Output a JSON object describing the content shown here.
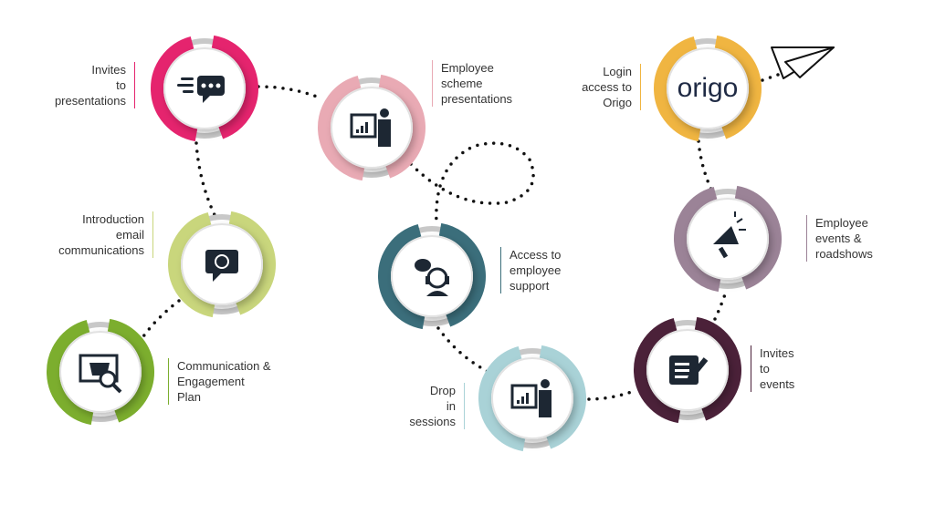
{
  "nodes": [
    {
      "id": "invites-presentations",
      "lines": [
        "Invites",
        "to",
        "presentations"
      ],
      "color": "#e5246e",
      "icon": "chat-icon"
    },
    {
      "id": "employee-scheme-presentations",
      "lines": [
        "Employee",
        "scheme",
        "presentations"
      ],
      "color": "#e9aab4",
      "icon": "presenter-icon"
    },
    {
      "id": "introduction-email",
      "lines": [
        "Introduction",
        "email",
        "communications"
      ],
      "color": "#c9d67c",
      "icon": "message-icon"
    },
    {
      "id": "communication-engagement-plan",
      "lines": [
        "Communication &",
        "Engagement",
        "Plan"
      ],
      "color": "#7cae2e",
      "icon": "basket-search-icon"
    },
    {
      "id": "employee-support",
      "lines": [
        "Access to",
        "employee",
        "support"
      ],
      "color": "#3b6e7b",
      "icon": "support-headset-icon"
    },
    {
      "id": "drop-in-sessions",
      "lines": [
        "Drop",
        "in",
        "sessions"
      ],
      "color": "#a9d2d7",
      "icon": "presenter-board-icon"
    },
    {
      "id": "invites-events",
      "lines": [
        "Invites",
        "to",
        "events"
      ],
      "color": "#4b2139",
      "icon": "document-pen-icon"
    },
    {
      "id": "employee-events-roadshows",
      "lines": [
        "Employee",
        "events &",
        "roadshows"
      ],
      "color": "#9b8397",
      "icon": "megaphone-icon"
    },
    {
      "id": "login-origo",
      "lines": [
        "Login",
        "access to",
        "Origo"
      ],
      "color": "#f0b541",
      "icon": "origo-logo-icon"
    }
  ],
  "logo_text": "origo",
  "paper_plane": "paper-plane-icon"
}
